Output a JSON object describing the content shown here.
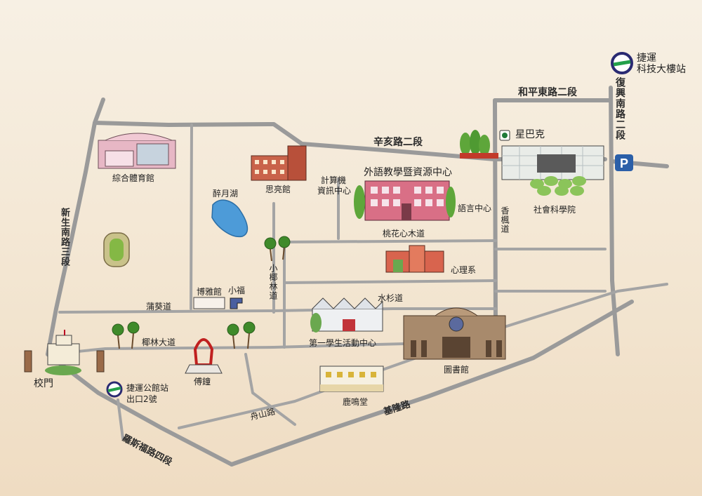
{
  "colors": {
    "road": "#9a9a9a",
    "mrt_ring": "#2a2a72",
    "mrt_green": "#23a04a",
    "parking": "#2b5fa8",
    "water": "#4d9bd8",
    "building_pink": "#d96f86"
  },
  "mrt": {
    "keji": [
      "捷運",
      "科技大樓站"
    ],
    "gongguan": [
      "捷運公館站",
      "出口2號"
    ]
  },
  "roads": {
    "heping": "和平東路二段",
    "xinhai": "辛亥路二段",
    "fuxing": "復興南路二段",
    "xinsheng": "新生南路三段",
    "roosevelt": "羅斯福路四段",
    "keelung": "基隆路",
    "zhoushan": "舟山路",
    "pukui": "蒲葵道",
    "coconut": "椰林大道",
    "small_coconut": "小椰林道",
    "sweetgum": "香楓道",
    "taxodium": "水杉道",
    "peach": "桃花心木道"
  },
  "places": {
    "starbucks": "星巴克",
    "social_sci": "社會科學院",
    "gym": "綜合體育館",
    "zuiyue": "醉月湖",
    "siliang": "思亮館",
    "computer": [
      "計算機",
      "資訊中心"
    ],
    "language_bldg": "外語教學暨資源中心",
    "language_center": "語言中心",
    "psych": "心理系",
    "museum": "博雅館",
    "xiaofu": "小福",
    "activity": "第一學生活動中心",
    "library": "圖書館",
    "bell": "傅鐘",
    "gate": "校門",
    "luming": "鹿鳴堂",
    "parking": "P"
  }
}
